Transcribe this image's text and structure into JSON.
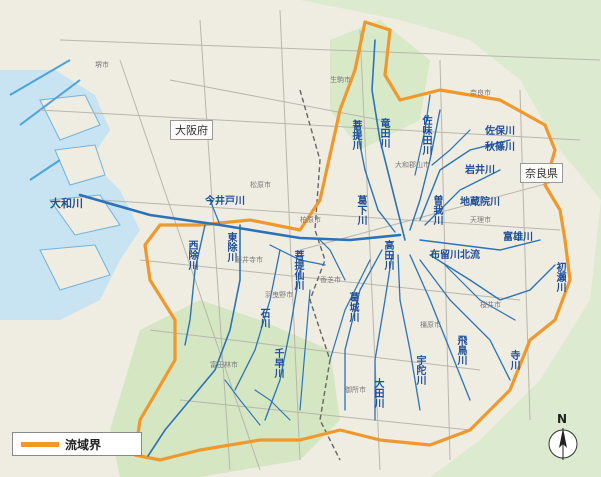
{
  "prefectures": {
    "osaka": "大阪府",
    "nara": "奈良県"
  },
  "legend": {
    "boundary_label": "流域界",
    "boundary_color": "#f0982a"
  },
  "compass": {
    "north": "N"
  },
  "rivers_h": {
    "yamato": "大和川",
    "imai": "今井戸川",
    "tomio": "富雄川",
    "sao": "佐保川",
    "akishino": "秋篠川",
    "iwai": "岩井川",
    "jizoin": "地蔵院川",
    "furu": "布留川北流",
    "ohota": "大田川",
    "rengeji": "菩提仙川"
  },
  "rivers_v": {
    "nishiyoke": "西除川",
    "higashiyoke": "東除川",
    "ishi": "石川",
    "udo": "宇陀川",
    "chihaya": "千早川",
    "sayama": "佐味田川",
    "katsuge": "葛下川",
    "takada": "高田川",
    "katsuragi": "葛城川",
    "soga": "曽我川",
    "asuka": "飛鳥川",
    "tera": "寺川",
    "hase": "初瀬川",
    "nagi": "菩提川",
    "tatsuta": "竜田川"
  },
  "cities": [
    "堺市",
    "松原市",
    "藤井寺市",
    "柏原市",
    "羽曳野市",
    "富田林市",
    "大和郡山市",
    "天理市",
    "桜井市",
    "橿原市",
    "御所市",
    "香芝市",
    "奈良市",
    "生駒市"
  ],
  "colors": {
    "river": "#2a73b8",
    "sea": "#c8e3f2",
    "land": "#efece2",
    "mountain": "#cfe3bd",
    "boundary": "#f0982a"
  }
}
